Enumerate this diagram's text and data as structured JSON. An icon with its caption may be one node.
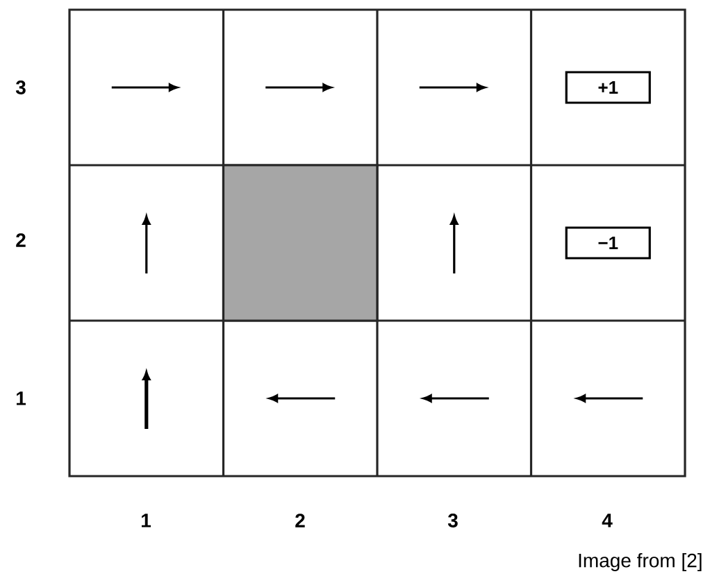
{
  "diagram": {
    "caption": "Image from [2]",
    "nodes": [
      {
        "text": [
          "+1"
        ]
      },
      {
        "text": [],
        "shape": "box"
      },
      {
        "text": [
          "−1"
        ]
      }
    ],
    "labels": [
      "3",
      "2",
      "1",
      "1",
      "2",
      "3",
      "4"
    ]
  }
}
